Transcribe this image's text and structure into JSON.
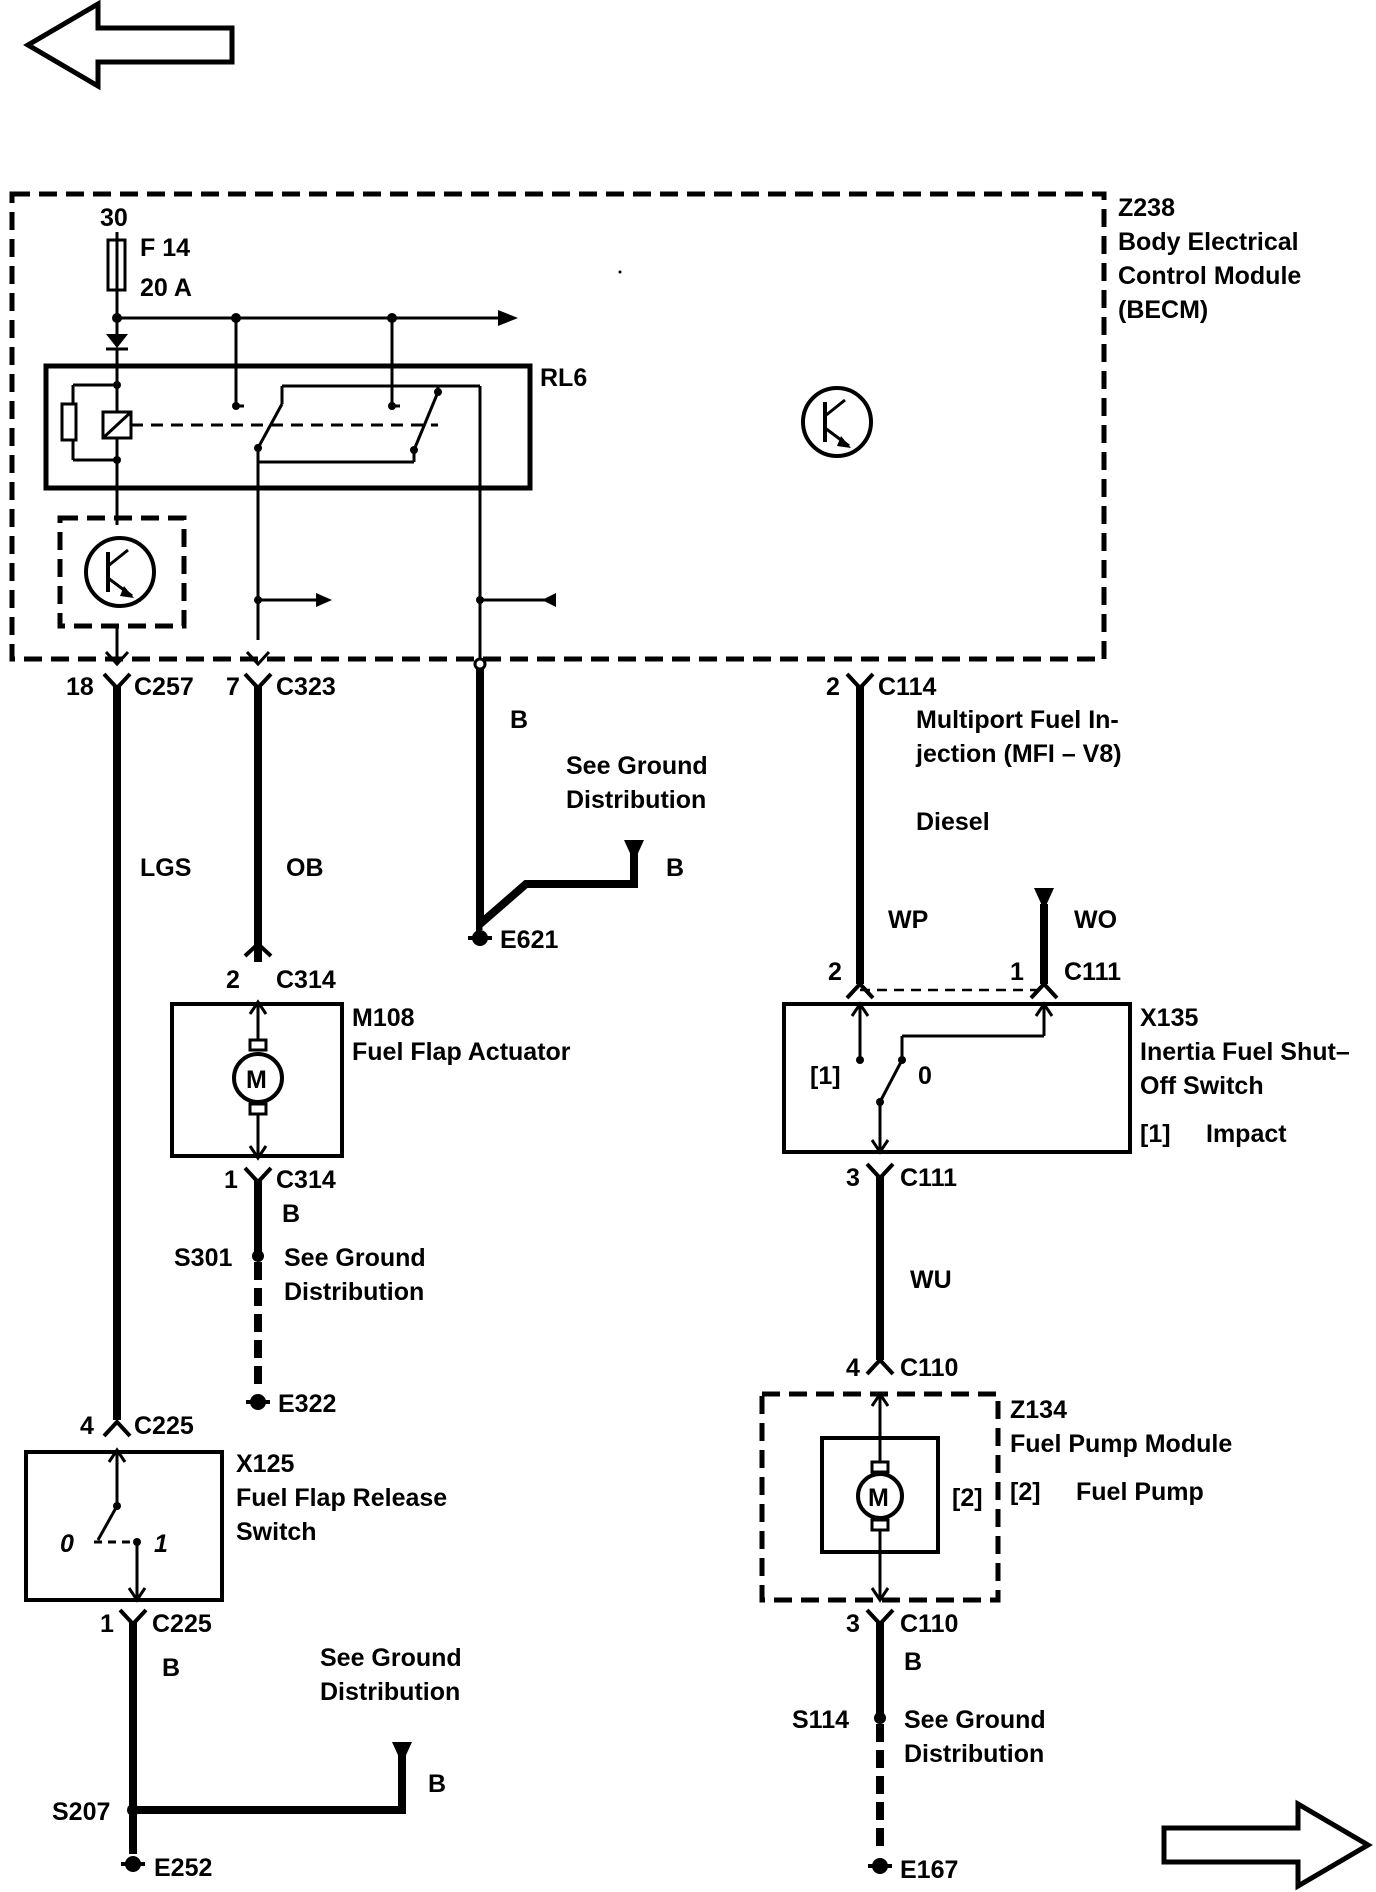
{
  "nav": {
    "prev_icon": "left-arrow-icon",
    "next_icon": "right-arrow-icon"
  },
  "becm": {
    "ref": "Z238",
    "name_line1": "Body Electrical",
    "name_line2": "Control Module",
    "name_line3": "(BECM)",
    "fuse_supply": "30",
    "fuse_id": "F 14",
    "fuse_rating": "20 A",
    "relay": "RL6"
  },
  "connectors": {
    "c257": {
      "pin": "18",
      "id": "C257"
    },
    "c323": {
      "pin": "7",
      "id": "C323"
    },
    "c114": {
      "pin": "2",
      "id": "C114"
    },
    "c314_top": {
      "pin": "2",
      "id": "C314"
    },
    "c314_bot": {
      "pin": "1",
      "id": "C314"
    },
    "c111_left": {
      "pin": "2"
    },
    "c111_right": {
      "pin": "1",
      "id": "C111"
    },
    "c111_bot": {
      "pin": "3",
      "id": "C111"
    },
    "c110_top": {
      "pin": "4",
      "id": "C110"
    },
    "c110_bot": {
      "pin": "3",
      "id": "C110"
    },
    "c225_top": {
      "pin": "4",
      "id": "C225"
    },
    "c225_bot": {
      "pin": "1",
      "id": "C225"
    }
  },
  "wires": {
    "lgs": "LGS",
    "ob": "OB",
    "b_ground_a": "B",
    "b_ground_a_branch": "B",
    "wp": "WP",
    "wo": "WO",
    "wu": "WU",
    "b_m108": "B",
    "b_x125": "B",
    "b_x125_branch": "B",
    "b_z134": "B"
  },
  "notes": {
    "mfi_line1": "Multiport Fuel In-",
    "mfi_line2": "jection (MFI – V8)",
    "diesel": "Diesel",
    "see_ground_a1": "See Ground",
    "see_ground_a2": "Distribution",
    "see_ground_s301_1": "See Ground",
    "see_ground_s301_2": "Distribution",
    "see_ground_x125_1": "See Ground",
    "see_ground_x125_2": "Distribution",
    "see_ground_s114_1": "See Ground",
    "see_ground_s114_2": "Distribution"
  },
  "grounds": {
    "e621": "E621",
    "e322": "E322",
    "e252": "E252",
    "e167": "E167"
  },
  "splices": {
    "s301": "S301",
    "s207": "S207",
    "s114": "S114"
  },
  "components": {
    "m108": {
      "ref": "M108",
      "name": "Fuel Flap Actuator",
      "motor": "M"
    },
    "x135": {
      "ref": "X135",
      "name_line1": "Inertia Fuel Shut–",
      "name_line2": "Off Switch",
      "pos_impact": "[1]",
      "pos_normal": "0",
      "legend_key": "[1]",
      "legend_text": "Impact"
    },
    "z134": {
      "ref": "Z134",
      "name": "Fuel Pump Module",
      "motor": "M",
      "inner_key": "[2]",
      "legend_key": "[2]",
      "legend_text": "Fuel Pump"
    },
    "x125": {
      "ref": "X125",
      "name_line1": "Fuel Flap Release",
      "name_line2": "Switch",
      "pos0": "0",
      "pos1": "1"
    }
  }
}
